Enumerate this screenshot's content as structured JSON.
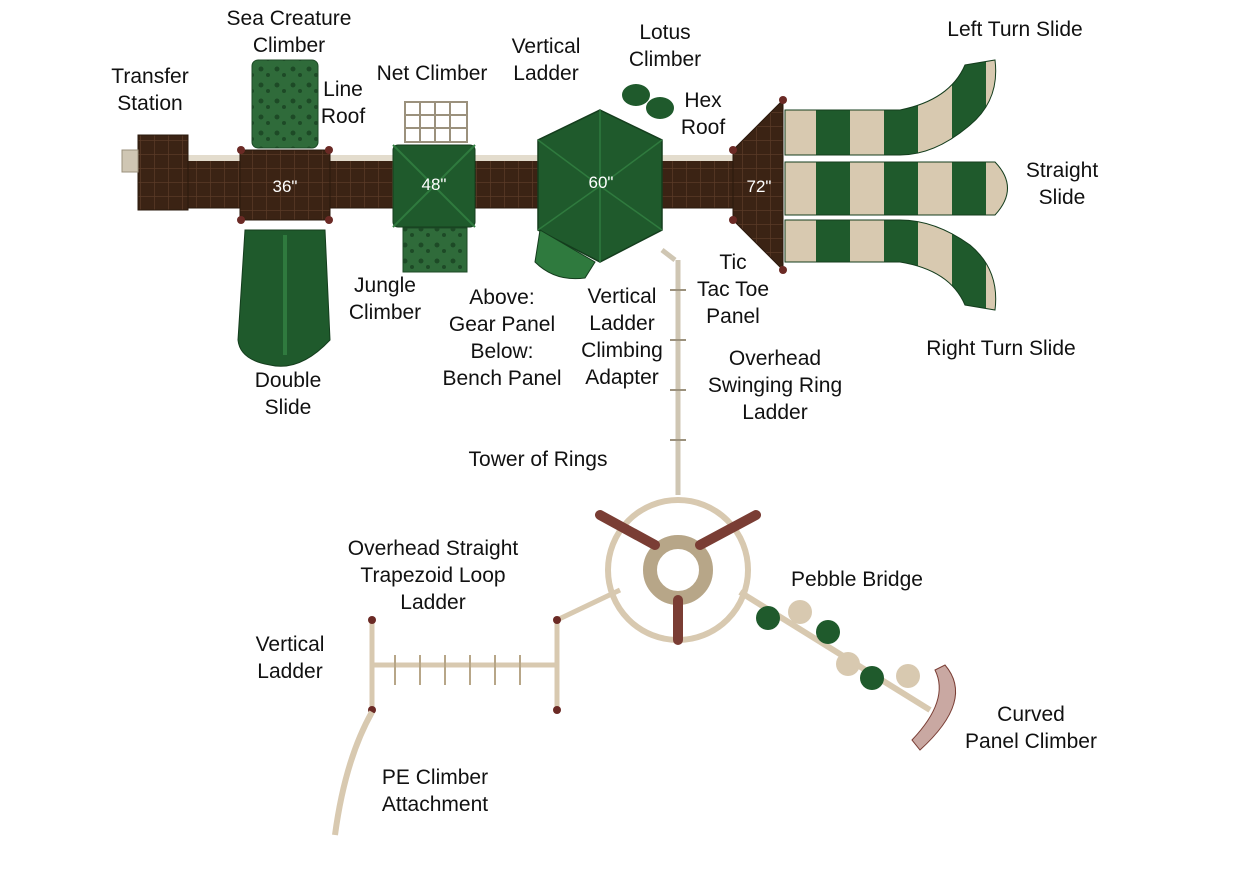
{
  "diagram": {
    "colors": {
      "roof_green": "#1f5a2c",
      "roof_green_light": "#2f7a3e",
      "deck_brown": "#3b2314",
      "deck_grid": "#5a3a26",
      "post_maroon": "#6b2a25",
      "tan": "#d8c9b0",
      "tan_dark": "#b7a688",
      "label_text": "#111111"
    },
    "deck_heights": [
      "36\"",
      "48\"",
      "60\"",
      "72\""
    ],
    "labels": [
      {
        "id": "transfer-station",
        "lines": [
          "Transfer",
          "Station"
        ]
      },
      {
        "id": "sea-creature-climber",
        "lines": [
          "Sea Creature",
          "Climber"
        ]
      },
      {
        "id": "line-roof",
        "lines": [
          "Line",
          "Roof"
        ]
      },
      {
        "id": "net-climber",
        "lines": [
          "Net Climber"
        ]
      },
      {
        "id": "vertical-ladder-top",
        "lines": [
          "Vertical",
          "Ladder"
        ]
      },
      {
        "id": "lotus-climber",
        "lines": [
          "Lotus",
          "Climber"
        ]
      },
      {
        "id": "hex-roof",
        "lines": [
          "Hex",
          "Roof"
        ]
      },
      {
        "id": "left-turn-slide",
        "lines": [
          "Left Turn Slide"
        ]
      },
      {
        "id": "straight-slide",
        "lines": [
          "Straight",
          "Slide"
        ]
      },
      {
        "id": "right-turn-slide",
        "lines": [
          "Right Turn Slide"
        ]
      },
      {
        "id": "tic-tac-toe-panel",
        "lines": [
          "Tic",
          "Tac Toe",
          "Panel"
        ]
      },
      {
        "id": "vertical-ladder-climbing-adapter",
        "lines": [
          "Vertical",
          "Ladder",
          "Climbing",
          "Adapter"
        ]
      },
      {
        "id": "gear-bench-panel",
        "lines": [
          "Above:",
          "Gear Panel",
          "Below:",
          "Bench Panel"
        ]
      },
      {
        "id": "jungle-climber",
        "lines": [
          "Jungle",
          "Climber"
        ]
      },
      {
        "id": "double-slide",
        "lines": [
          "Double",
          "Slide"
        ]
      },
      {
        "id": "overhead-swinging-ring-ladder",
        "lines": [
          "Overhead",
          "Swinging Ring",
          "Ladder"
        ]
      },
      {
        "id": "tower-of-rings",
        "lines": [
          "Tower of Rings"
        ]
      },
      {
        "id": "overhead-straight-trapezoid-loop-ladder",
        "lines": [
          "Overhead Straight",
          "Trapezoid Loop",
          "Ladder"
        ]
      },
      {
        "id": "vertical-ladder-bottom",
        "lines": [
          "Vertical",
          "Ladder"
        ]
      },
      {
        "id": "pebble-bridge",
        "lines": [
          "Pebble Bridge"
        ]
      },
      {
        "id": "pe-climber-attachment",
        "lines": [
          "PE Climber",
          "Attachment"
        ]
      },
      {
        "id": "curved-panel-climber",
        "lines": [
          "Curved",
          "Panel Climber"
        ]
      }
    ]
  }
}
